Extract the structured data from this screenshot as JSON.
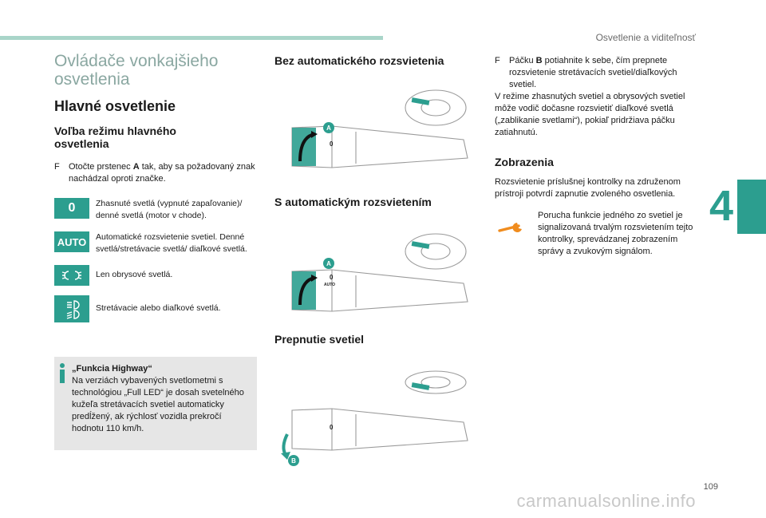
{
  "header": {
    "running_head": "Osvetlenie a viditeľnosť",
    "chapter": "4",
    "page_number": "109"
  },
  "footer": {
    "watermark": "carmanualsonline.info"
  },
  "col1": {
    "title_line1": "Ovládače vonkajšieho",
    "title_line2": "osvetlenia",
    "h2": "Hlavné osvetlenie",
    "h3_line1": "Voľba režimu hlavného",
    "h3_line2": "osvetlenia",
    "bullet_mark": "F",
    "bullet_pre": "Otočte prstenec ",
    "bullet_bold": "A",
    "bullet_post": " tak, aby sa požadovaný znak nachádzal oproti značke.",
    "icons": [
      {
        "icon": "zero-symbol",
        "label": "0",
        "text": "Zhasnuté svetlá (vypnuté zapaľovanie)/ denné svetlá (motor v chode)."
      },
      {
        "icon": "auto-symbol",
        "label": "AUTO",
        "text": "Automatické rozsvietenie svetiel. Denné svetlá/stretávacie svetlá/ diaľkové svetlá."
      },
      {
        "icon": "position-lights-icon",
        "text": "Len obrysové svetlá."
      },
      {
        "icon": "headlights-icon",
        "text": "Stretávacie alebo diaľkové svetlá."
      }
    ],
    "info": {
      "title": "„Funkcia Highway“",
      "text": "Na verziách vybavených svetlometmi s technológiou „Full LED“ je dosah svetelného kužeľa stretávacích svetiel automaticky predĺžený, ak rýchlosť vozidla prekročí hodnotu 110 km/h."
    }
  },
  "col2": {
    "section1": "Bez automatického rozsvietenia",
    "section2": "S automatickým rozsvietením",
    "section3": "Prepnutie svetiel",
    "fig_label_a": "A",
    "fig_label_b": "B",
    "stalk_zero": "0",
    "stalk_auto": "AUTO"
  },
  "col3": {
    "bullet_mark": "F",
    "bullet_pre": "Páčku ",
    "bullet_bold": "B",
    "bullet_post": " potiahnite k sebe, čím prepnete rozsvietenie stretávacích svetiel/diaľkových svetiel.",
    "para": "V režime zhasnutých svetiel a obrysových svetiel môže vodič dočasne rozsvietiť diaľkové svetlá („zablikanie svetlami“), pokiaľ pridržiava páčku zatiahnutú.",
    "h2": "Zobrazenia",
    "para2": "Rozsvietenie príslušnej kontrolky na združenom prístroji potvrdí zapnutie zvoleného osvetlenia.",
    "wrench_text": "Porucha funkcie jedného zo svetiel je signalizovaná trvalým rozsvietením tejto kontrolky, sprevádzanej zobrazením správy a zvukovým signálom."
  },
  "colors": {
    "accent": "#2c9e8f",
    "title_grey": "#8aa7a1",
    "info_bg": "#e6e6e6",
    "wrench": "#f08c1e"
  }
}
